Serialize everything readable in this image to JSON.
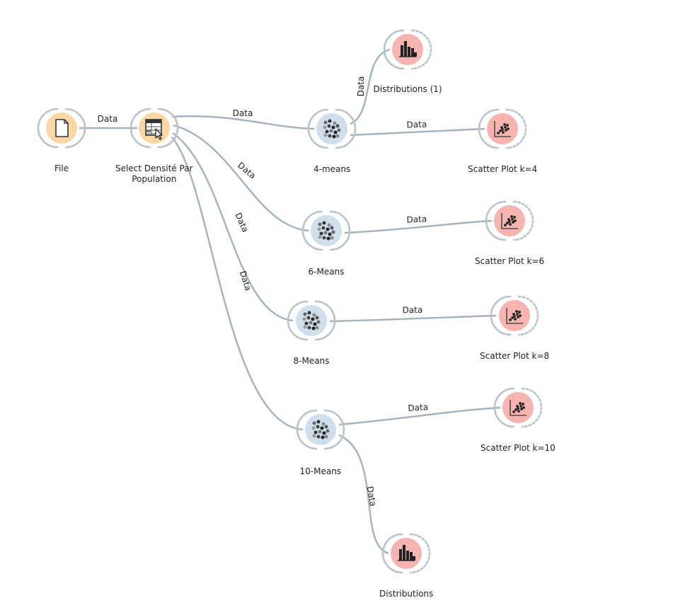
{
  "colors": {
    "file_node": "#f9d8a6",
    "data_node": "#f9d8a6",
    "model_node": "#cfe0ec",
    "viz_node": "#f6b4b0",
    "link": "#a3b2bc",
    "ring": "#b9c3ca",
    "background": "#ffffff"
  },
  "nodes": [
    {
      "id": "file",
      "label": "File",
      "icon": "file-icon",
      "type": "file"
    },
    {
      "id": "select",
      "label": "Select Densité Par\nPopulation",
      "icon": "select-rows-icon",
      "type": "data"
    },
    {
      "id": "km4",
      "label": "4-means",
      "icon": "kmeans-icon",
      "type": "model"
    },
    {
      "id": "km6",
      "label": "6-Means",
      "icon": "kmeans-icon",
      "type": "model"
    },
    {
      "id": "km8",
      "label": "8-Means",
      "icon": "kmeans-icon",
      "type": "model"
    },
    {
      "id": "km10",
      "label": "10-Means",
      "icon": "kmeans-icon",
      "type": "model"
    },
    {
      "id": "dist1",
      "label": "Distributions (1)",
      "icon": "distributions-icon",
      "type": "viz"
    },
    {
      "id": "sp4",
      "label": "Scatter Plot k=4",
      "icon": "scatter-plot-icon",
      "type": "viz"
    },
    {
      "id": "sp6",
      "label": "Scatter Plot k=6",
      "icon": "scatter-plot-icon",
      "type": "viz"
    },
    {
      "id": "sp8",
      "label": "Scatter Plot k=8",
      "icon": "scatter-plot-icon",
      "type": "viz"
    },
    {
      "id": "sp10",
      "label": "Scatter Plot k=10",
      "icon": "scatter-plot-icon",
      "type": "viz"
    },
    {
      "id": "dist",
      "label": "Distributions",
      "icon": "distributions-icon",
      "type": "viz"
    }
  ],
  "links": [
    {
      "id": "file-select",
      "from": "file",
      "to": "select",
      "label": "Data"
    },
    {
      "id": "select-km4",
      "from": "select",
      "to": "km4",
      "label": "Data"
    },
    {
      "id": "select-km6",
      "from": "select",
      "to": "km6",
      "label": "Data"
    },
    {
      "id": "select-km8",
      "from": "select",
      "to": "km8",
      "label": "Data"
    },
    {
      "id": "select-km10",
      "from": "select",
      "to": "km10",
      "label": "Data"
    },
    {
      "id": "km4-dist1",
      "from": "km4",
      "to": "dist1",
      "label": "Data"
    },
    {
      "id": "km4-sp4",
      "from": "km4",
      "to": "sp4",
      "label": "Data"
    },
    {
      "id": "km6-sp6",
      "from": "km6",
      "to": "sp6",
      "label": "Data"
    },
    {
      "id": "km8-sp8",
      "from": "km8",
      "to": "sp8",
      "label": "Data"
    },
    {
      "id": "km10-sp10",
      "from": "km10",
      "to": "sp10",
      "label": "Data"
    },
    {
      "id": "km10-dist",
      "from": "km10",
      "to": "dist",
      "label": "Data"
    }
  ]
}
